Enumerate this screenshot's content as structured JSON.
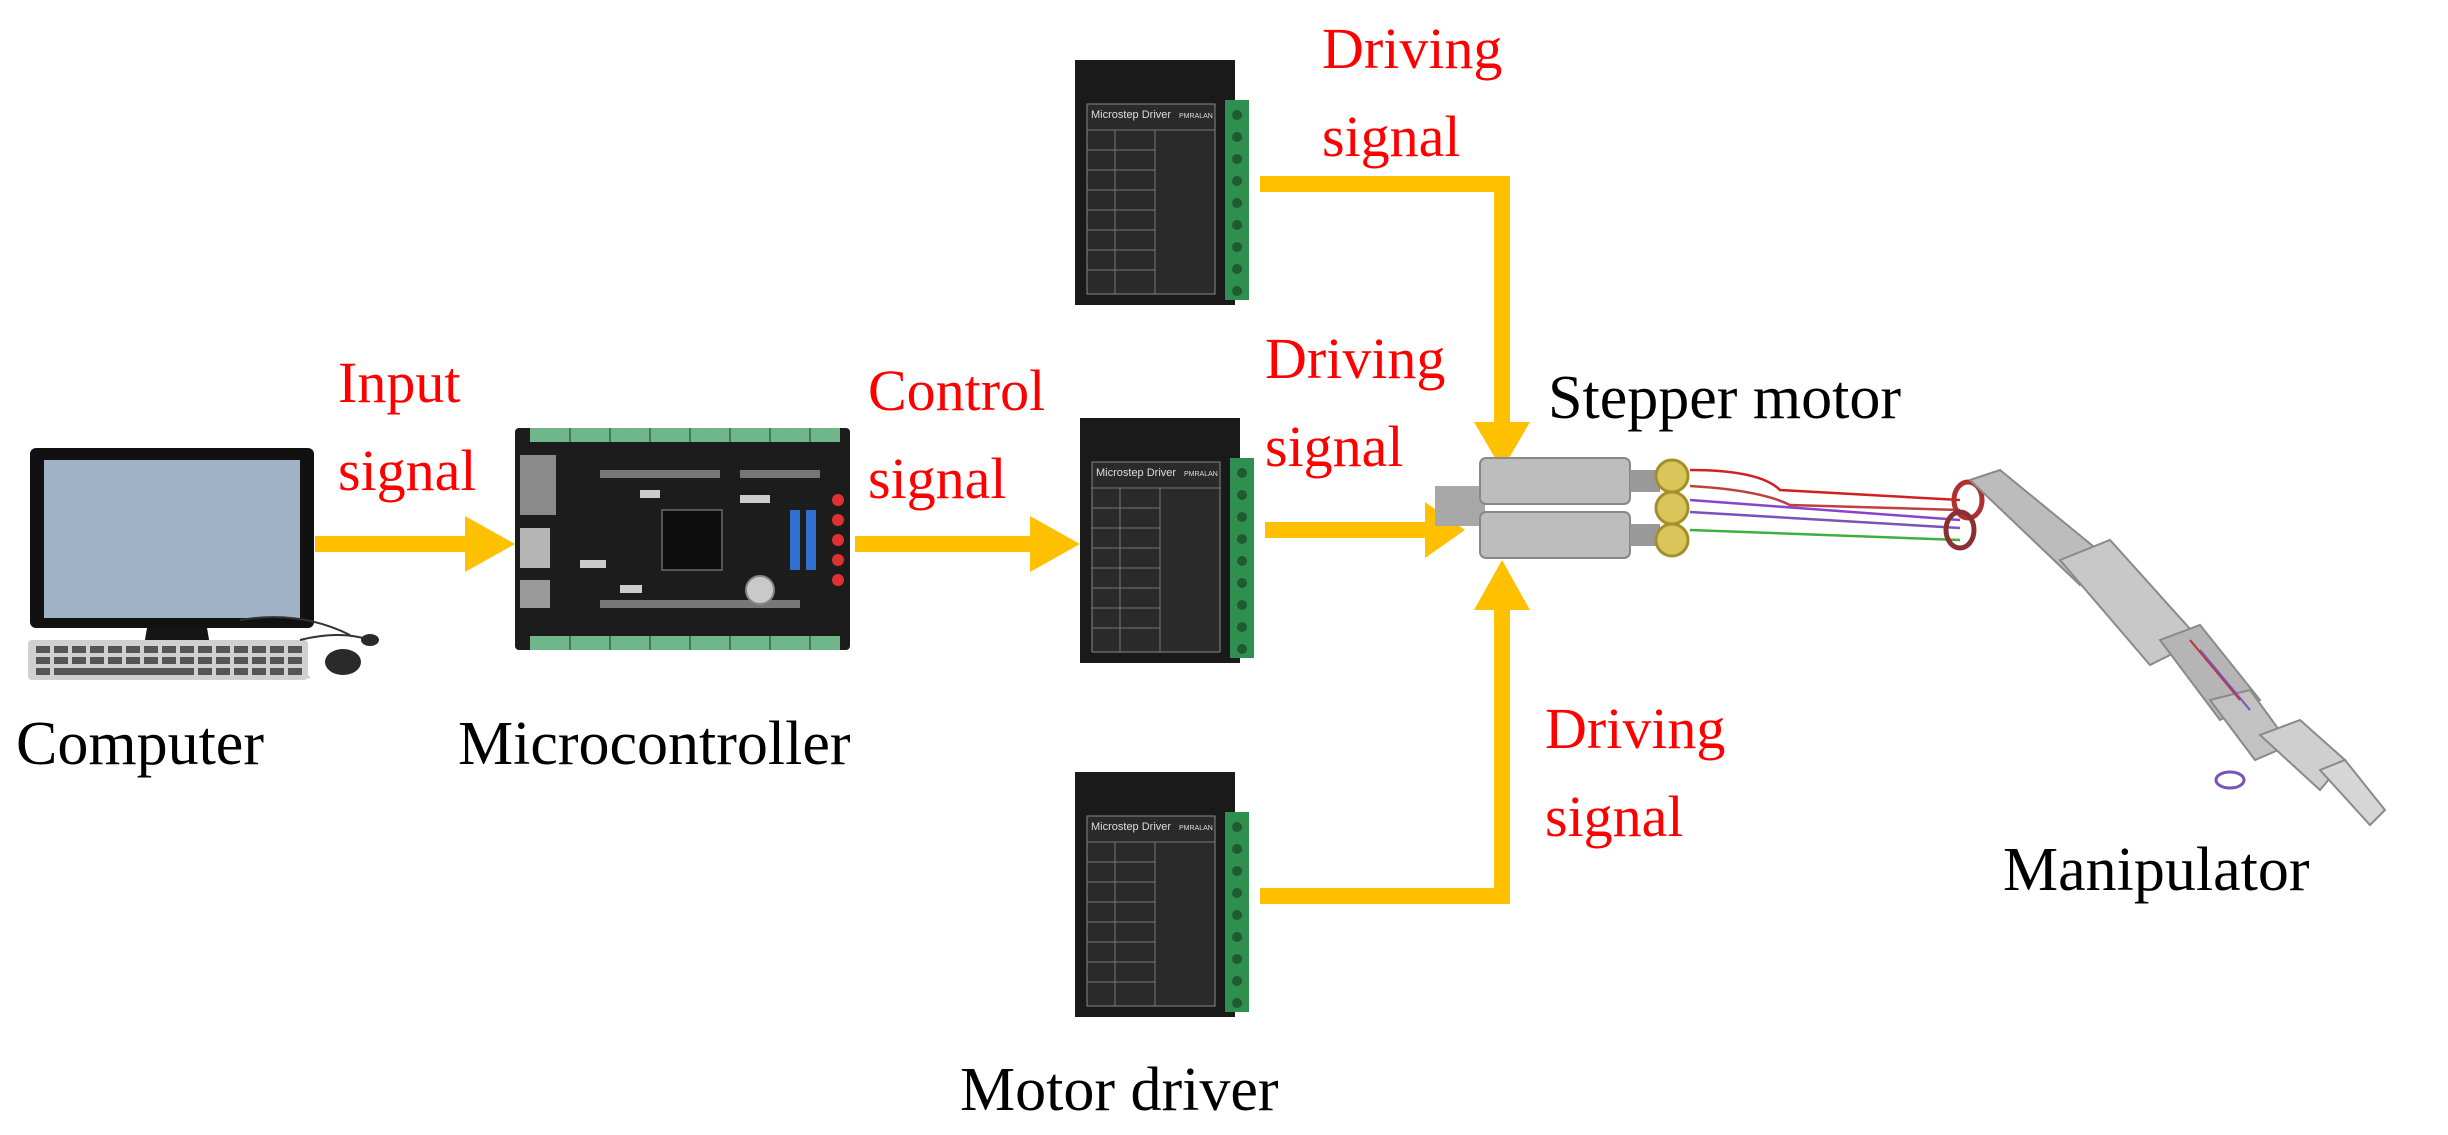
{
  "colors": {
    "arrow": "#FFC000",
    "signal_text": "#FF0000",
    "caption_text": "#000000",
    "driver_body": "#1a1a1a",
    "terminal_green": "#2f8f4e",
    "board_pcb": "#1c1c1c",
    "monitor_screen": "#9fb2c6"
  },
  "components": {
    "computer": {
      "label": "Computer",
      "icon": "desktop-computer-icon"
    },
    "microcontroller": {
      "label": "Microcontroller",
      "icon": "circuit-board-icon"
    },
    "motor_driver": {
      "label": "Motor driver",
      "icon": "microstep-driver-icon",
      "panel_title": "Microstep Driver",
      "panel_badge": "PMRALAN"
    },
    "stepper_motor": {
      "label": "Stepper motor",
      "icon": "stepper-motor-icon"
    },
    "manipulator": {
      "label": "Manipulator",
      "icon": "robotic-arm-icon"
    }
  },
  "signals": {
    "input": {
      "line1": "Input",
      "line2": "signal"
    },
    "control": {
      "line1": "Control",
      "line2": "signal"
    },
    "driving_top": {
      "line1": "Driving",
      "line2": "signal"
    },
    "driving_mid": {
      "line1": "Driving",
      "line2": "signal"
    },
    "driving_bottom": {
      "line1": "Driving",
      "line2": "signal"
    }
  }
}
